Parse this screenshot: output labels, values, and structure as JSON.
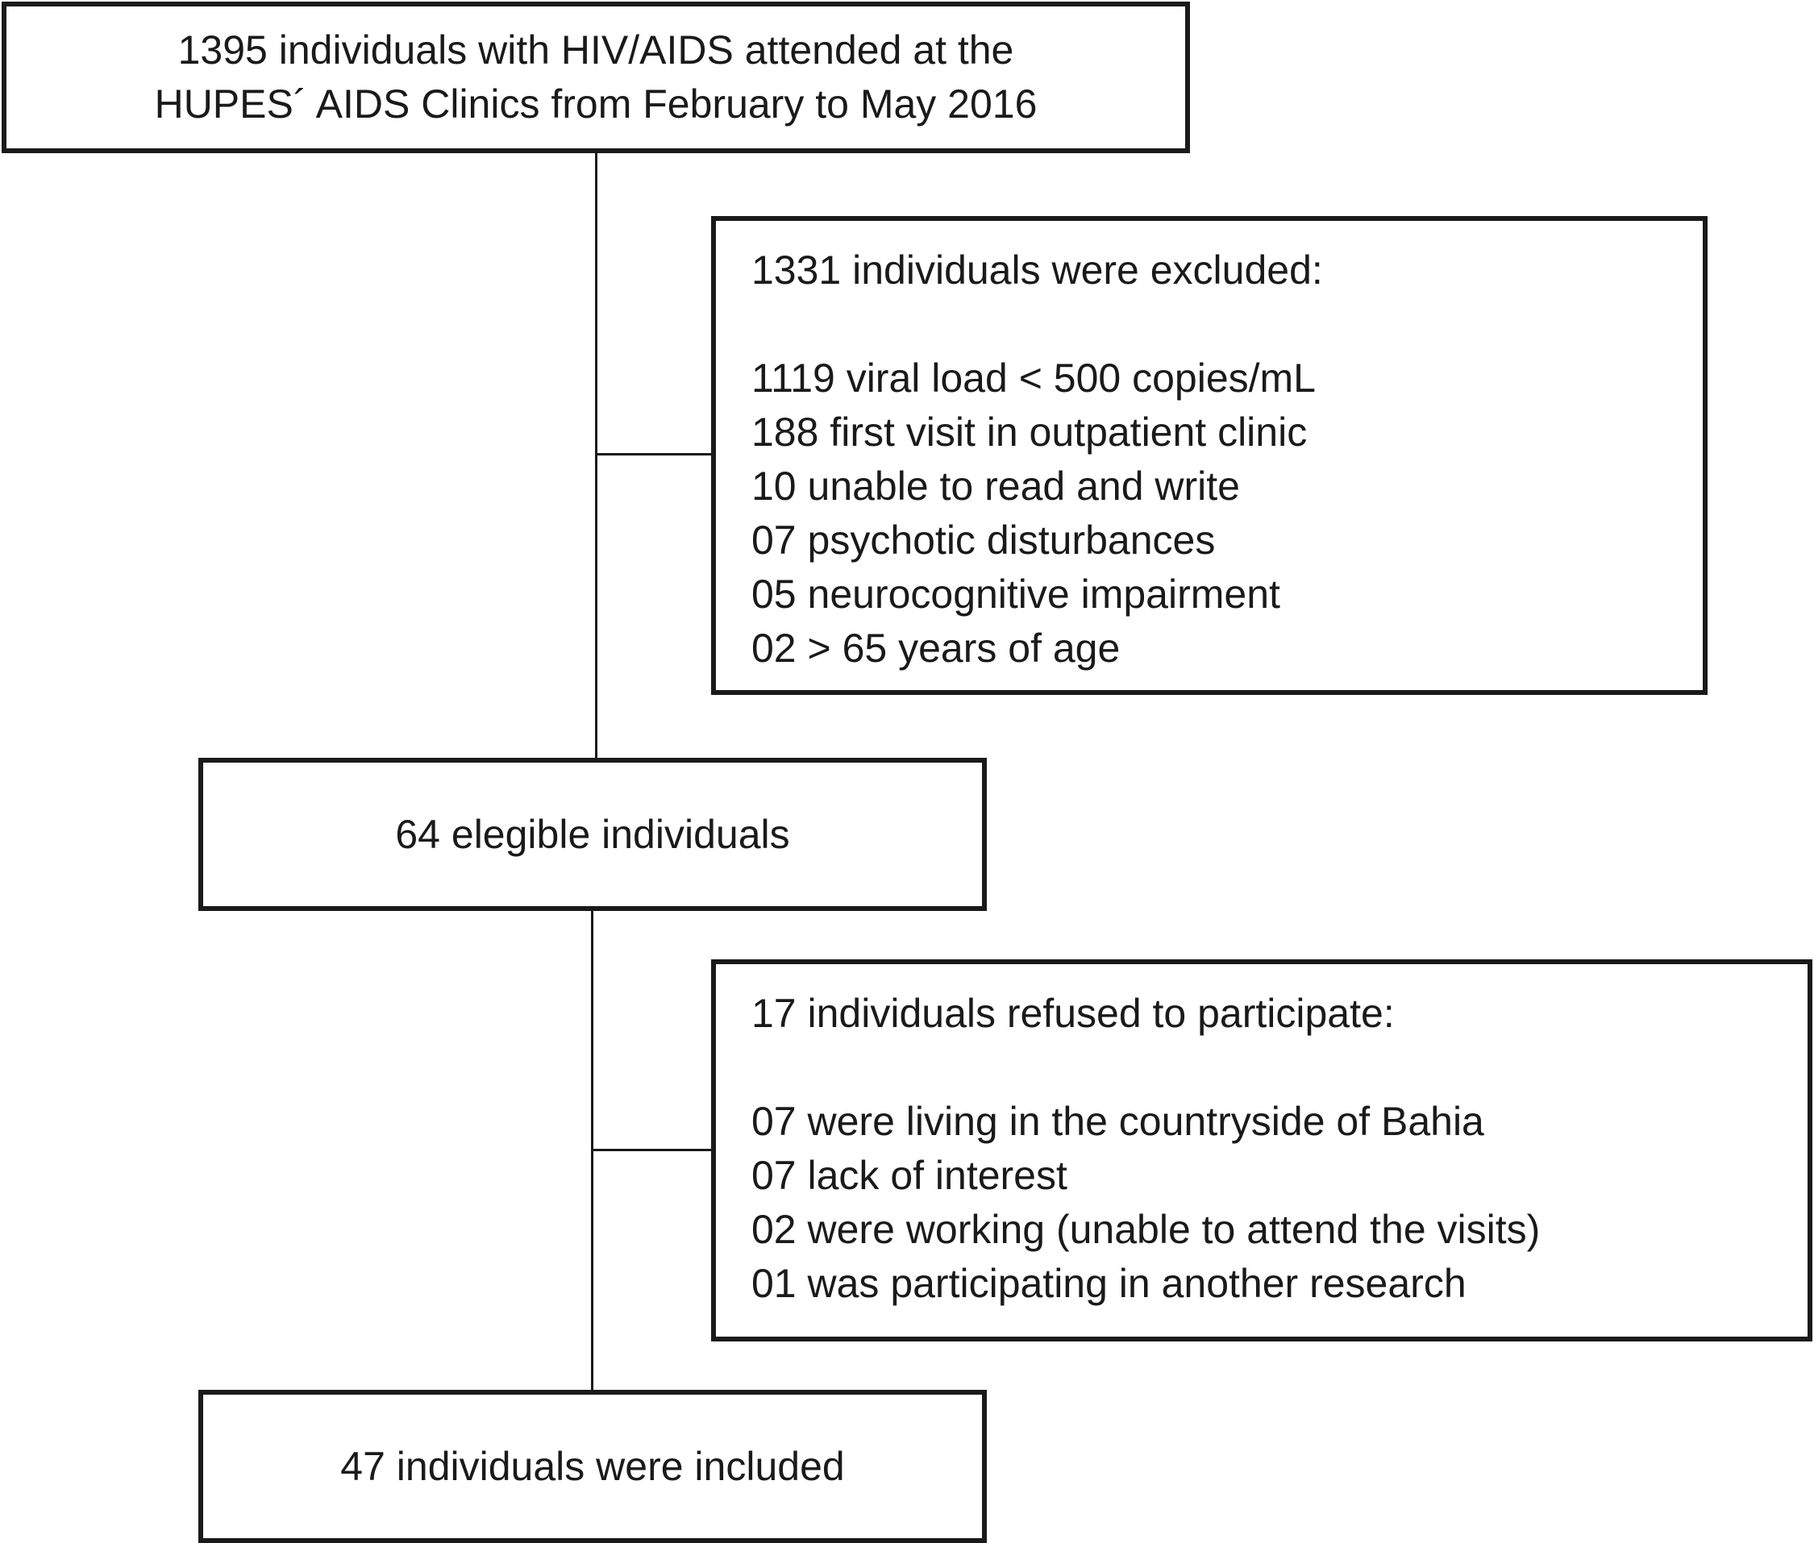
{
  "start": {
    "line1": "1395 individuals with HIV/AIDS attended at the",
    "line2": "HUPES´ AIDS Clinics from February to May 2016"
  },
  "exclusion": {
    "title": "1331 individuals were excluded:",
    "reasons": [
      "1119 viral load < 500 copies/mL",
      "188 first visit in outpatient clinic",
      "10 unable to read and write",
      "07 psychotic disturbances",
      "05 neurocognitive impairment",
      "02 > 65 years of age"
    ]
  },
  "eligible": {
    "text": "64 elegible individuals"
  },
  "refusal": {
    "title": "17 individuals refused to participate:",
    "reasons": [
      "07 were living in the countryside of Bahia",
      "07 lack of interest",
      "02 were working (unable to attend the visits)",
      "01 was participating in another research"
    ]
  },
  "included": {
    "text": "47 individuals were included"
  }
}
